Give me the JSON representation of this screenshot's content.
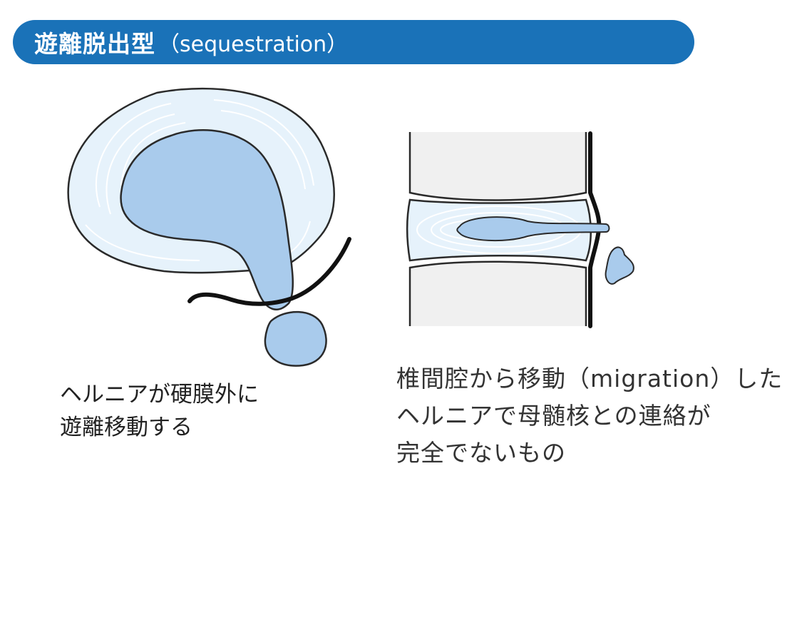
{
  "banner": {
    "title": "遊離脱出型",
    "subtitle": "（sequestration）",
    "color": "#1a72b8"
  },
  "colors": {
    "outline": "#2a2a2a",
    "annulus_fill": "#e6f2fb",
    "annulus_lines": "#ffffff",
    "nucleus_fill": "#a9cbec",
    "vertebra_fill": "#f0f0f0"
  },
  "left_figure": {
    "view": "axial",
    "caption_lines": [
      "ヘルニアが硬膜外に",
      "遊離移動する"
    ]
  },
  "right_figure": {
    "view": "sagittal",
    "caption_lines": [
      "椎間腔から移動（migration）した",
      "ヘルニアで母髄核との連絡が",
      "完全でないもの"
    ]
  }
}
